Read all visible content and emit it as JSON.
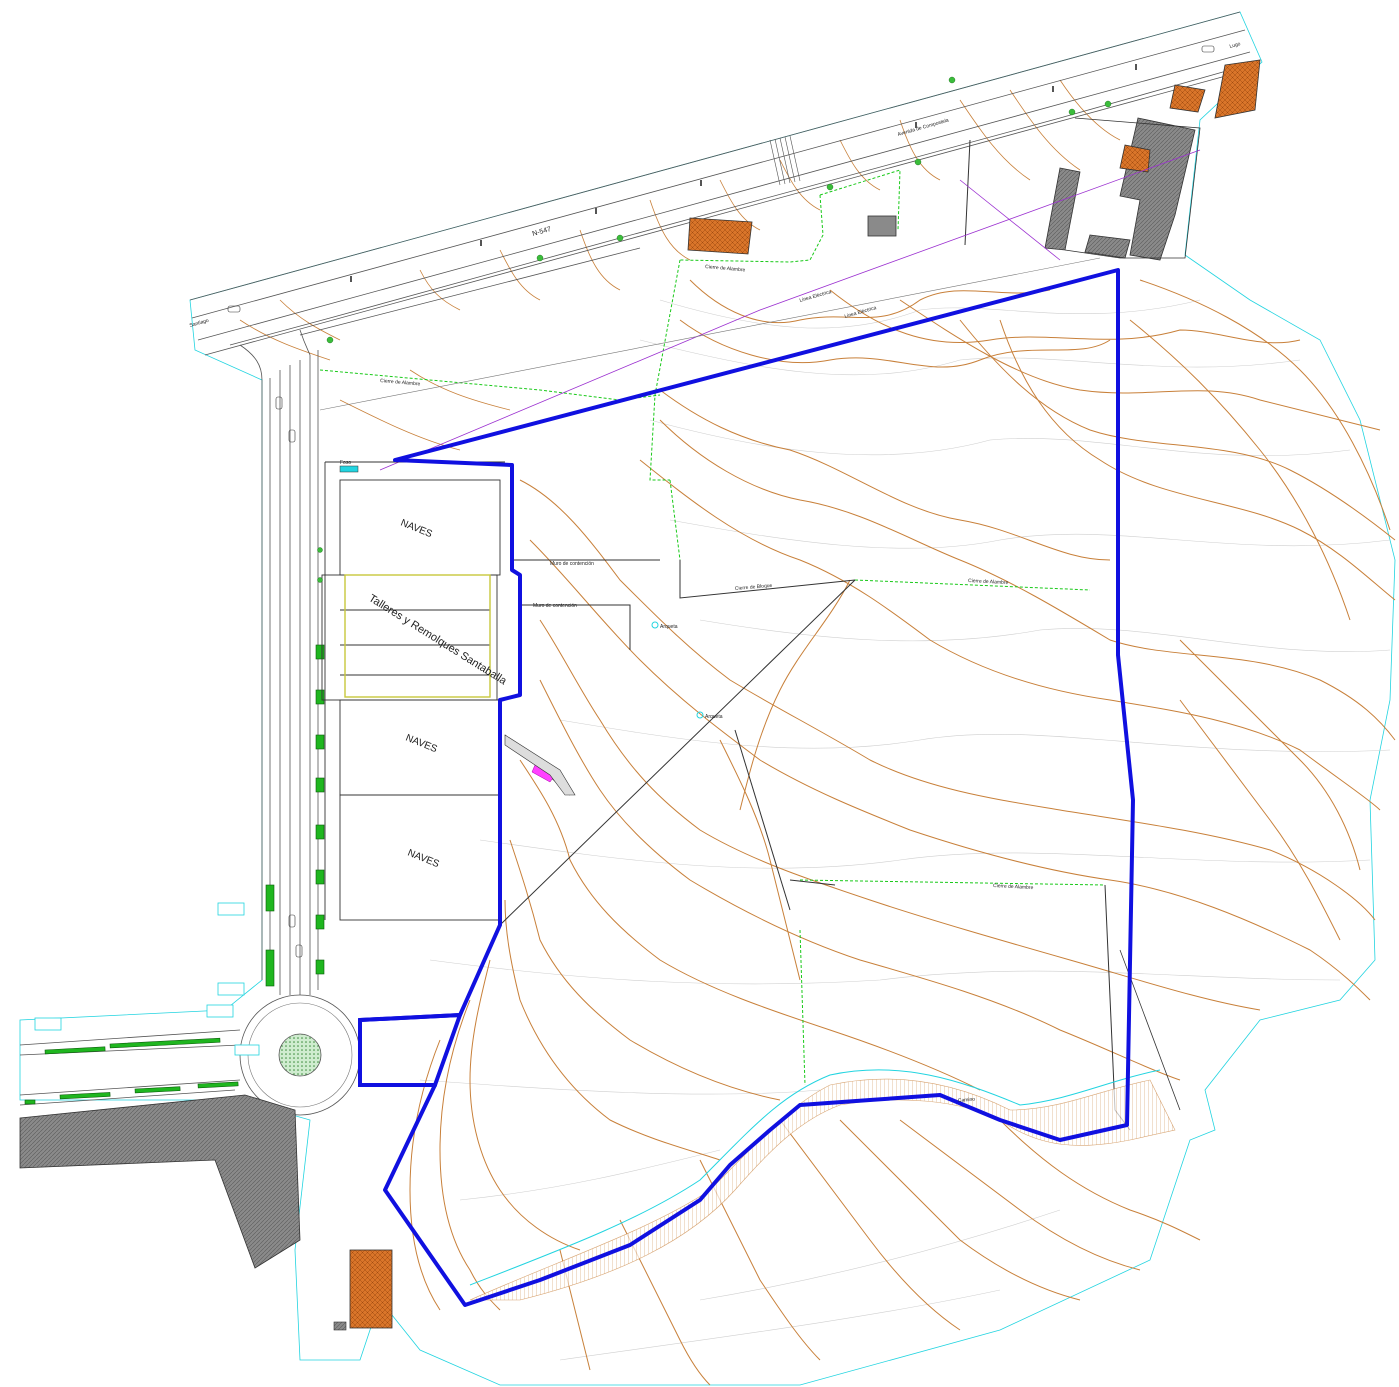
{
  "colors": {
    "boundary": "#1010e0",
    "contour": "#c8803a",
    "contour_faint": "#c9c9c9",
    "green_line": "#19c919",
    "cyan_line": "#22d4e0",
    "power_line": "#9b30d0",
    "road": "#555555",
    "building_orange": "#d9752a",
    "building_gray": "#6d6d6d",
    "hatch_dark": "#7a7a7a",
    "yellow_outline": "#c8c83c",
    "magenta": "#ff40ff"
  },
  "labels": {
    "naves_1": "NAVES",
    "naves_2": "NAVES",
    "naves_3": "NAVES",
    "talleres": "Talleres y Remolques Santaballa",
    "road_n547": "N-547",
    "avenida": "Avenida de Compostela",
    "lugo": "Lugo",
    "santiago": "Santiago",
    "linea_electrica_1": "Linea Eléctrica",
    "linea_electrica_2": "Linea Eléctrica",
    "cierre_alambre_1": "Cierre de Alambre",
    "cierre_alambre_2": "Cierre de Alambre",
    "cierre_alambre_3": "Cierre de Alambre",
    "cierre_alambre_4": "Cierre de Alambre",
    "cierre_bloque": "Cierre de Bloque",
    "muro_1": "Muro de contención",
    "muro_2": "Muro de contención",
    "arqueta_1": "Arqueta",
    "arqueta_2": "Arqueta",
    "foso": "Foso",
    "camino": "Camino"
  },
  "legend_icons": [
    "tree-icon",
    "streetlight-icon",
    "manhole-icon"
  ]
}
